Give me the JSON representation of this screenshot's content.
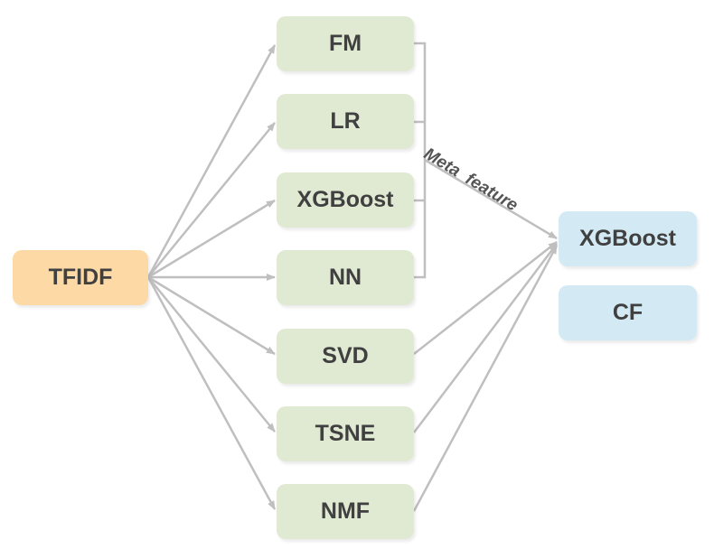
{
  "source_node": {
    "label": "TFIDF"
  },
  "models": [
    {
      "label": "FM"
    },
    {
      "label": "LR"
    },
    {
      "label": "XGBoost"
    },
    {
      "label": "NN"
    },
    {
      "label": "SVD"
    },
    {
      "label": "TSNE"
    },
    {
      "label": "NMF"
    }
  ],
  "targets": [
    {
      "label": "XGBoost"
    },
    {
      "label": "CF"
    }
  ],
  "edge_label": "Meta  feature",
  "colors": {
    "source_fill": "#fcd9a5",
    "model_fill": "#e0ead3",
    "target_fill": "#d3eaf5",
    "edge": "#bfbfbf",
    "text": "#404040"
  }
}
